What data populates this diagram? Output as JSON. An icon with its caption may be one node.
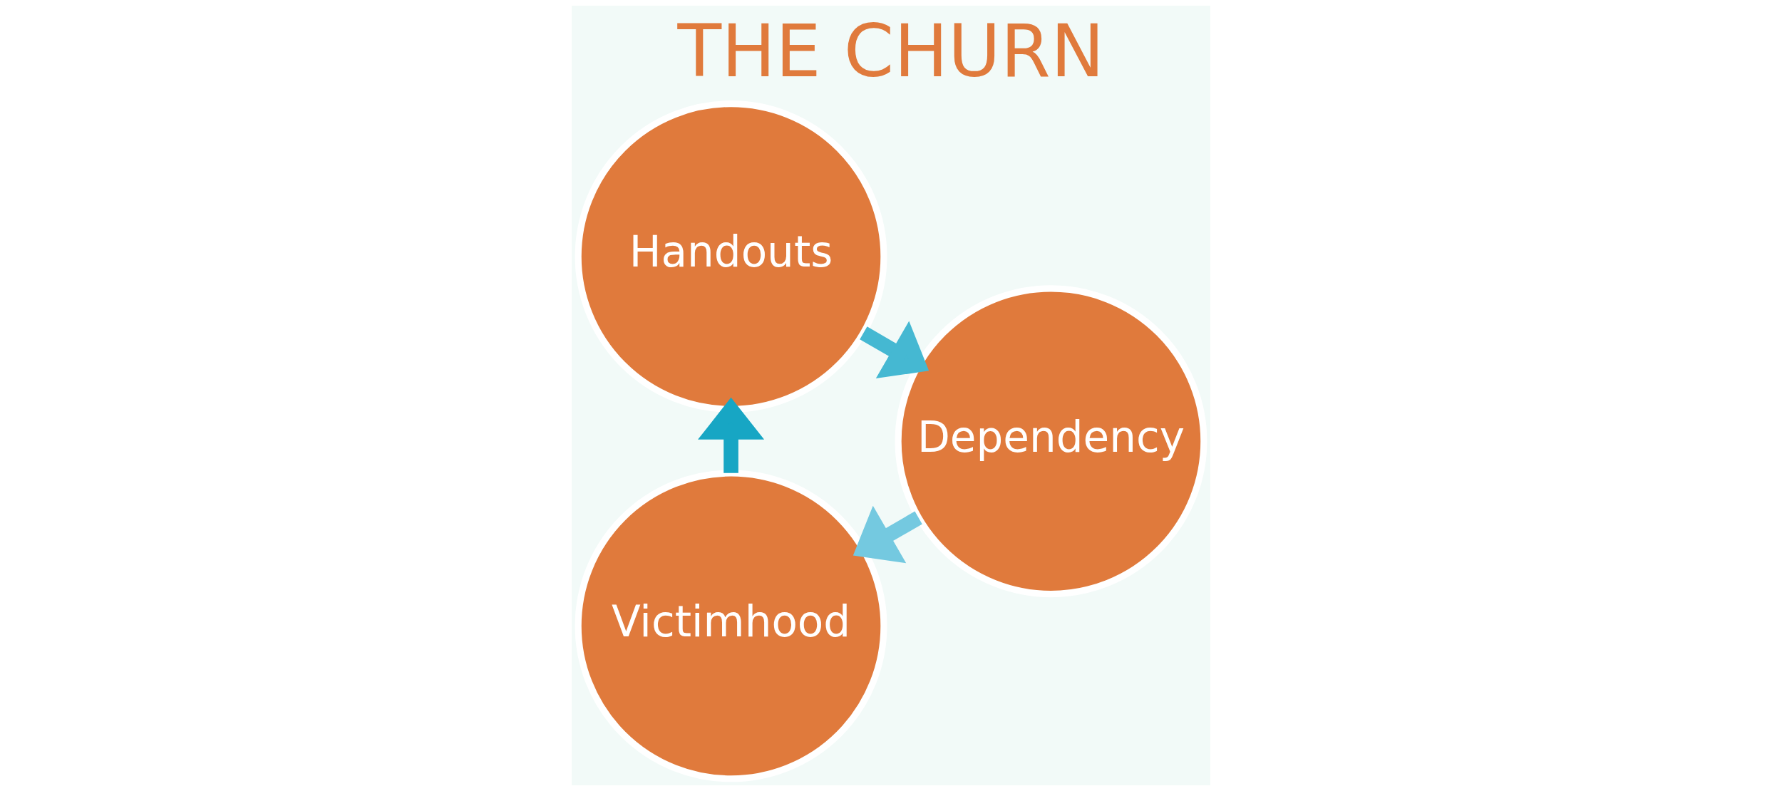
{
  "diagram": {
    "title": "THE CHURN",
    "nodes": [
      {
        "text": [
          "Victimhood"
        ]
      },
      {
        "text": [
          "Dependency"
        ]
      },
      {
        "text": [
          "Handouts"
        ]
      }
    ],
    "edges": [
      {
        "from": 0,
        "to": 2,
        "arrow": "to",
        "color": "#17a6c4"
      },
      {
        "from": 2,
        "to": 1,
        "arrow": "to",
        "color": "#45b8d2"
      },
      {
        "from": 1,
        "to": 0,
        "arrow": "to",
        "color": "#74c9e0"
      }
    ]
  }
}
